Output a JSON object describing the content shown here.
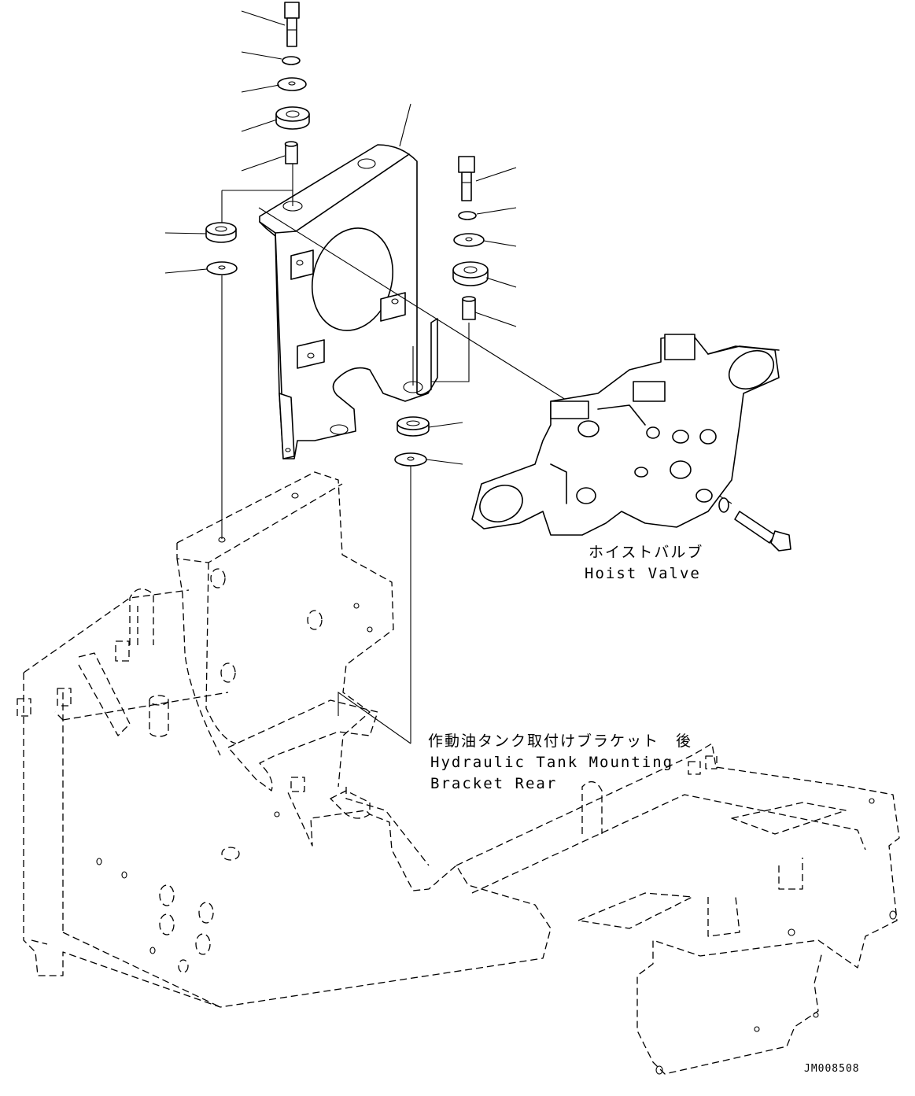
{
  "labels": {
    "hoist_valve_jp": "ホイストバルブ",
    "hoist_valve_en": "Hoist Valve",
    "tank_bracket_jp": "作動油タンク取付けブラケット　後",
    "tank_bracket_en_line1": "Hydraulic Tank Mounting",
    "tank_bracket_en_line2": "Bracket Rear"
  },
  "drawing_code": "JM008508"
}
